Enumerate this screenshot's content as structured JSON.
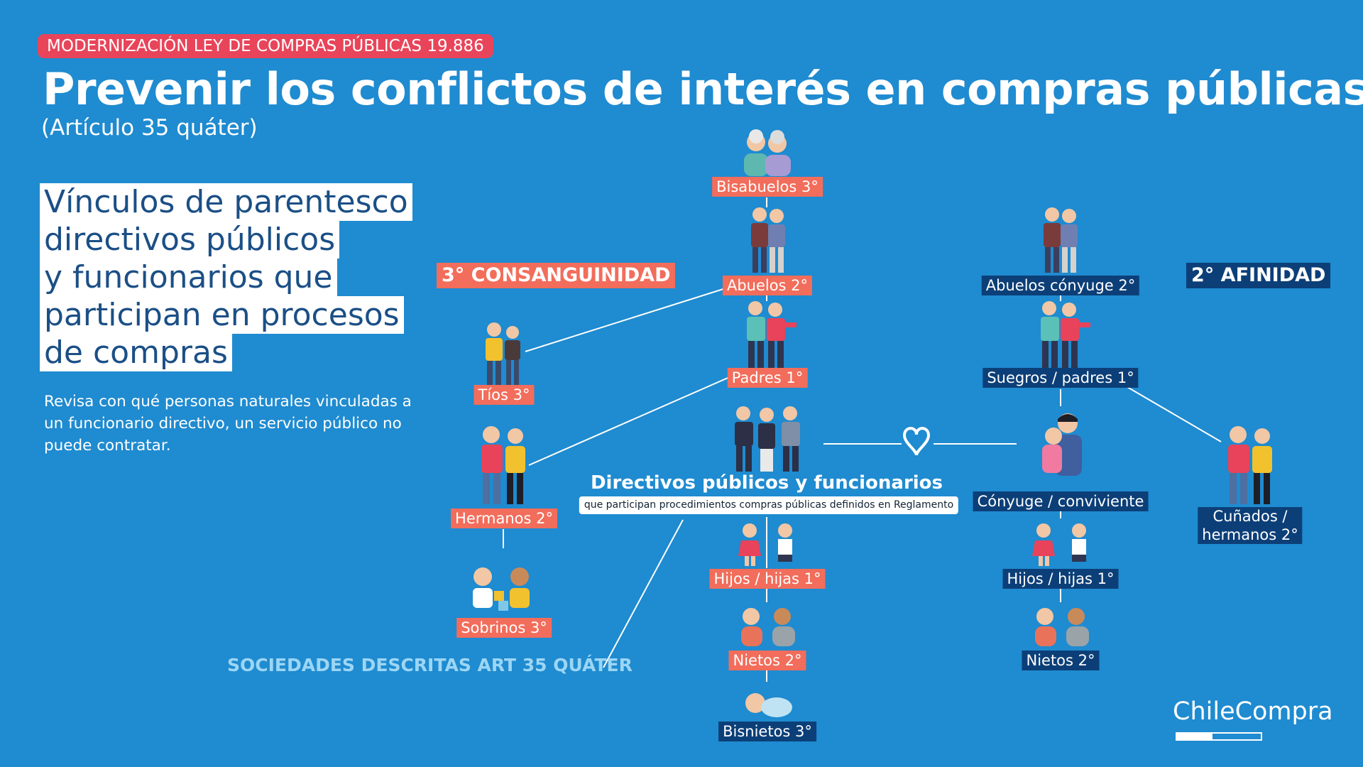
{
  "header": {
    "tag": "MODERNIZACIÓN LEY DE COMPRAS PÚBLICAS 19.886",
    "title": "Prevenir los conflictos de interés en compras públicas",
    "subtitle": "(Artículo 35 quáter)"
  },
  "intro": {
    "heading_lines": [
      "Vínculos de parentesco",
      "directivos públicos",
      "y funcionarios que",
      "participan en procesos",
      "de compras"
    ],
    "description": "Revisa con qué personas naturales vinculadas a un funcionario directivo, un servicio público no puede contratar."
  },
  "sections": {
    "consanguinidad": "3° CONSANGUINIDAD",
    "afinidad": "2° AFINIDAD"
  },
  "center": {
    "title": "Directivos públicos y funcionarios",
    "subtitle": "que participan procedimientos compras públicas definidos en Reglamento"
  },
  "consanguinity_nodes": {
    "bisabuelos": "Bisabuelos 3°",
    "abuelos": "Abuelos 2°",
    "padres": "Padres 1°",
    "hijos": "Hijos / hijas 1°",
    "nietos": "Nietos 2°",
    "bisnietos": "Bisnietos 3°",
    "tios": "Tíos 3°",
    "hermanos": "Hermanos 2°",
    "sobrinos": "Sobrinos 3°"
  },
  "affinity_nodes": {
    "abuelos_conyuge": "Abuelos cónyuge 2°",
    "suegros": "Suegros / padres 1°",
    "conyuge": "Cónyuge / conviviente",
    "hijos": "Hijos / hijas 1°",
    "nietos": "Nietos 2°",
    "cunados_1": "Cuñados /",
    "cunados_2": "hermanos 2°"
  },
  "footer": {
    "sociedades": "SOCIEDADES DESCRITAS ART 35 QUÁTER",
    "brand": "ChileCompra"
  },
  "colors": {
    "background": "#1f8bd0",
    "consanguinity_label": "#f26d5b",
    "affinity_label": "#0c3f78",
    "tag": "#e8455a",
    "sociedades_text": "#9cd6f5"
  }
}
